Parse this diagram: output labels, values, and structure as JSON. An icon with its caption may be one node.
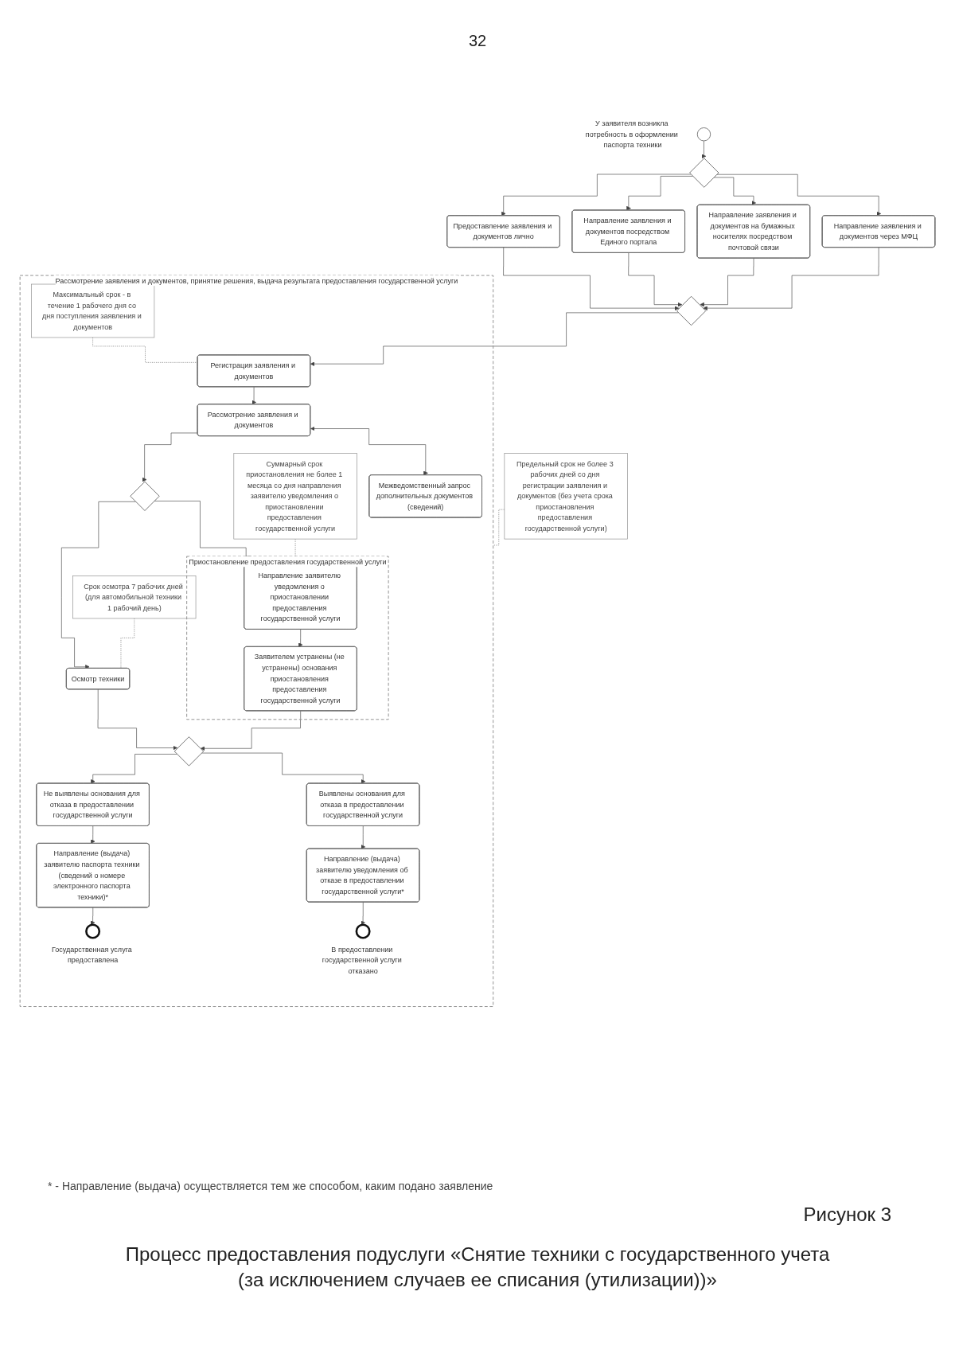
{
  "diagram": {
    "caption": "Процесс предоставления подуслуги «Снятие техники с государственного учета (за исключением случаев ее списания (утилизации))»",
    "nodes": [
      {
        "text": [],
        "shape": "circle",
        "beside": [
          "У заявителя возникла потребность в оформлении паспорта техники"
        ]
      },
      {
        "text": [],
        "shape": "diamond"
      },
      {
        "text": [
          "Направление заявления и документов через МФЦ"
        ]
      },
      {
        "text": [
          "Направление заявления и документов на бумажных носителях посредством почтовой связи"
        ]
      },
      {
        "text": [
          "Направление заявления и документов посредством Единого портала"
        ]
      },
      {
        "text": [
          "Предоставление заявления и документов лично"
        ]
      },
      {
        "text": [],
        "shape": "diamond"
      },
      {
        "text": [
          "Предельный срок не более 3 рабочих дней со дня регистрации заявления и документов (без учета срока приостановления предоставления государственной услуги)"
        ]
      },
      {
        "text": [
          "Рассмотрение заявления и документов, принятие решения, выдача результата предоставления государственной услуги"
        ]
      },
      {
        "text": [
          "Межведомственный запрос дополнительных документов (сведений)"
        ],
        "in": 8
      },
      {
        "text": [
          "Суммарный срок приостановления не более 1 месяца со дня направления заявителю уведомления о приостановлении предоставления государственной услуги"
        ],
        "in": 8
      },
      {
        "text": [
          "Максимальный срок - в течение 1 рабочего дня со дня поступления заявления и документов"
        ],
        "in": 8
      },
      {
        "text": [
          "Приостановление предоставления государственной услуги"
        ],
        "in": 8
      },
      {
        "text": [
          "Регистрация заявления и документов"
        ],
        "in": 8
      },
      {
        "text": [
          "Рассмотрение заявления и документов"
        ],
        "in": 8
      },
      {
        "text": [],
        "shape": "diamond",
        "in": 8
      },
      {
        "text": [
          "Направление заявителю уведомления о приостановлении предоставления государственной услуги"
        ],
        "in": 12
      },
      {
        "text": [
          "Заявителем устранены (не устранены) основания приостановления предоставления государственной услуги"
        ],
        "in": 12
      },
      {
        "text": [
          "Срок осмотра 7 рабочих дней (для автомобильной техники 1 рабочий день)"
        ],
        "in": 8
      },
      {
        "text": [
          "Осмотр техники"
        ],
        "in": 8
      },
      {
        "text": [],
        "shape": "diamond",
        "in": 8
      },
      {
        "text": [
          "Выявлены основания для отказа в предоставлении государственной услуги"
        ],
        "in": 8
      },
      {
        "text": [
          "Не выявлены основания для отказа в предоставлении государственной услуги"
        ],
        "in": 8
      },
      {
        "text": [
          "Направление (выдача) заявителю уведомления об отказе в предоставлении государственной услуги*"
        ],
        "in": 8
      },
      {
        "text": [
          "Направление (выдача) заявителю паспорта техники (сведений о номере электронного паспорта техники)*"
        ],
        "in": 8
      },
      {
        "text": [],
        "shape": "circle",
        "in": 8,
        "beside": [
          "В предоставлении государственной услуги отказано"
        ]
      },
      {
        "text": [],
        "shape": "circle",
        "in": 8,
        "beside": [
          "Государственная услуга предоставлена"
        ]
      }
    ],
    "edges": [
      {
        "from": 0,
        "to": 1,
        "arrow": "to"
      },
      {
        "from": 1,
        "to": 2,
        "arrow": "to"
      },
      {
        "from": 1,
        "to": 3,
        "arrow": "to"
      },
      {
        "from": 1,
        "to": 4,
        "arrow": "to"
      },
      {
        "from": 1,
        "to": 5,
        "arrow": "to"
      },
      {
        "from": 2,
        "to": 6,
        "arrow": "to"
      },
      {
        "from": 3,
        "to": 6,
        "arrow": "to"
      },
      {
        "from": 4,
        "to": 6,
        "arrow": "to"
      },
      {
        "from": 5,
        "to": 6,
        "arrow": "to"
      },
      {
        "from": 6,
        "to": 13,
        "arrow": "to"
      },
      {
        "from": 13,
        "to": 14,
        "arrow": "to"
      },
      {
        "from": 14,
        "to": 9,
        "arrow": "both"
      },
      {
        "from": 14,
        "to": 15,
        "arrow": "to"
      },
      {
        "from": 15,
        "to": 16,
        "arrow": "to"
      },
      {
        "from": 15,
        "to": 19,
        "arrow": "to"
      },
      {
        "from": 16,
        "to": 17,
        "arrow": "to"
      },
      {
        "from": 19,
        "to": 20,
        "arrow": "to"
      },
      {
        "from": 17,
        "to": 20,
        "arrow": "to"
      },
      {
        "from": 20,
        "to": 21,
        "arrow": "to"
      },
      {
        "from": 20,
        "to": 22,
        "arrow": "to"
      },
      {
        "from": 21,
        "to": 23,
        "arrow": "to"
      },
      {
        "from": 23,
        "to": 25,
        "arrow": "to"
      },
      {
        "from": 22,
        "to": 24,
        "arrow": "to"
      },
      {
        "from": 24,
        "to": 26,
        "arrow": "to"
      },
      {
        "from": 7,
        "to": 8,
        "arrow": "none",
        "style": "dashed"
      },
      {
        "from": 11,
        "to": 13,
        "arrow": "none",
        "style": "dashed"
      },
      {
        "from": 10,
        "to": 12,
        "arrow": "none",
        "style": "dashed"
      },
      {
        "from": 18,
        "to": 19,
        "arrow": "none",
        "style": "dashed"
      }
    ],
    "labels": [
      "32",
      "* - Направление (выдача) осуществляется тем же способом, каким подано заявление",
      "Рисунок 3"
    ]
  }
}
